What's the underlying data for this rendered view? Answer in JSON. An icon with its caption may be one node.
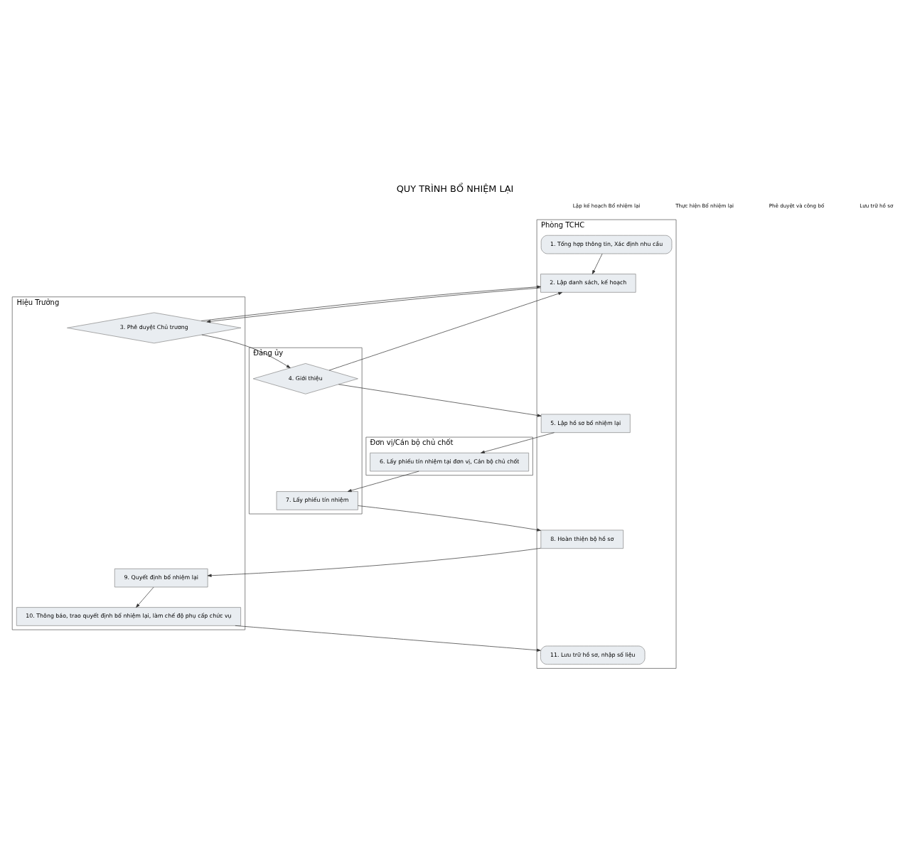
{
  "diagram": {
    "title": "QUY TRÌNH BỔ NHIỆM LẠI",
    "nodes": [
      {
        "text": [
          "Phòng TCHC"
        ]
      },
      {
        "text": [
          "1. Tổng hợp thông tin, Xác định nhu cầu"
        ],
        "in": 0
      },
      {
        "text": [
          "2. Lập danh sách, kế hoạch"
        ],
        "in": 0
      },
      {
        "text": [
          "8. Hoàn thiện bộ hồ sơ"
        ],
        "in": 0
      },
      {
        "text": [
          "5. Lập hồ sơ bổ nhiệm lại"
        ],
        "in": 0
      },
      {
        "text": [
          "11. Lưu trữ hồ sơ, nhập số liệu"
        ],
        "in": 0
      },
      {
        "text": [
          "Đảng ủy"
        ]
      },
      {
        "text": [
          "7. Lấy phiếu tín nhiệm"
        ],
        "in": 6
      },
      {
        "text": [
          "4. Giới thiệu"
        ],
        "in": 6
      },
      {
        "text": [
          "Đơn vị/Cán bộ chủ chốt"
        ]
      },
      {
        "text": [
          "6. Lấy phiếu tín nhiệm tại đơn vị, Cán bộ chủ chốt"
        ],
        "in": 9
      },
      {
        "text": [
          "Hiệu Trưởng"
        ]
      },
      {
        "text": [
          "3. Phê duyệt Chủ trương"
        ],
        "in": 11
      },
      {
        "text": [
          "9. Quyết định bổ nhiệm lại"
        ],
        "in": 11
      },
      {
        "text": [
          "10. Thông báo, trao quyết định bổ nhiệm lại, làm chế độ phụ cấp chức vụ"
        ],
        "in": 11
      }
    ],
    "edges": [
      {
        "from": 1,
        "to": 2,
        "arrow": "to"
      },
      {
        "from": 2,
        "to": 12,
        "arrow": "to"
      },
      {
        "from": 12,
        "to": 2,
        "arrow": "to"
      },
      {
        "from": 12,
        "to": 8,
        "arrow": "to"
      },
      {
        "from": 8,
        "to": 2,
        "arrow": "to"
      },
      {
        "from": 8,
        "to": 4,
        "arrow": "to"
      },
      {
        "from": 4,
        "to": 10,
        "arrow": "to"
      },
      {
        "from": 10,
        "to": 7,
        "arrow": "to"
      },
      {
        "from": 7,
        "to": 3,
        "arrow": "to"
      },
      {
        "from": 3,
        "to": 13,
        "arrow": "to"
      },
      {
        "from": 13,
        "to": 14,
        "arrow": "to"
      },
      {
        "from": 14,
        "to": 5,
        "arrow": "to"
      }
    ],
    "labels": [
      "Lập kế hoạch Bổ nhiệm lại",
      "Thực hiện Bổ nhiệm lại",
      "Phê duyệt và công bố",
      "Lưu trữ hồ sơ"
    ]
  }
}
